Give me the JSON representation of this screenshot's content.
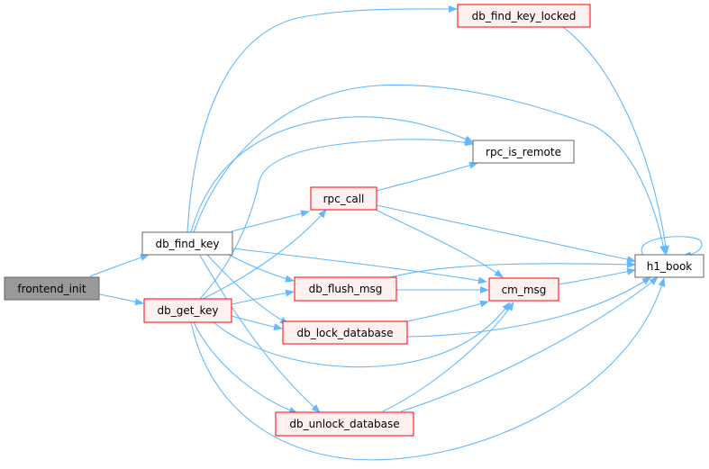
{
  "colors": {
    "edge": "#63b8ff",
    "root_fill": "#999999",
    "root_stroke": "#666666",
    "node_fill": "#fff0f0",
    "node_stroke_red": "#ff0000",
    "node_fill_plain": "#ffffff",
    "node_stroke_plain": "#666666"
  },
  "nodes": {
    "frontend_init": "frontend_init",
    "db_find_key": "db_find_key",
    "db_get_key": "db_get_key",
    "db_find_key_locked": "db_find_key_locked",
    "rpc_is_remote": "rpc_is_remote",
    "rpc_call": "rpc_call",
    "h1_book": "h1_book",
    "db_flush_msg": "db_flush_msg",
    "cm_msg": "cm_msg",
    "db_lock_database": "db_lock_database",
    "db_unlock_database": "db_unlock_database"
  }
}
